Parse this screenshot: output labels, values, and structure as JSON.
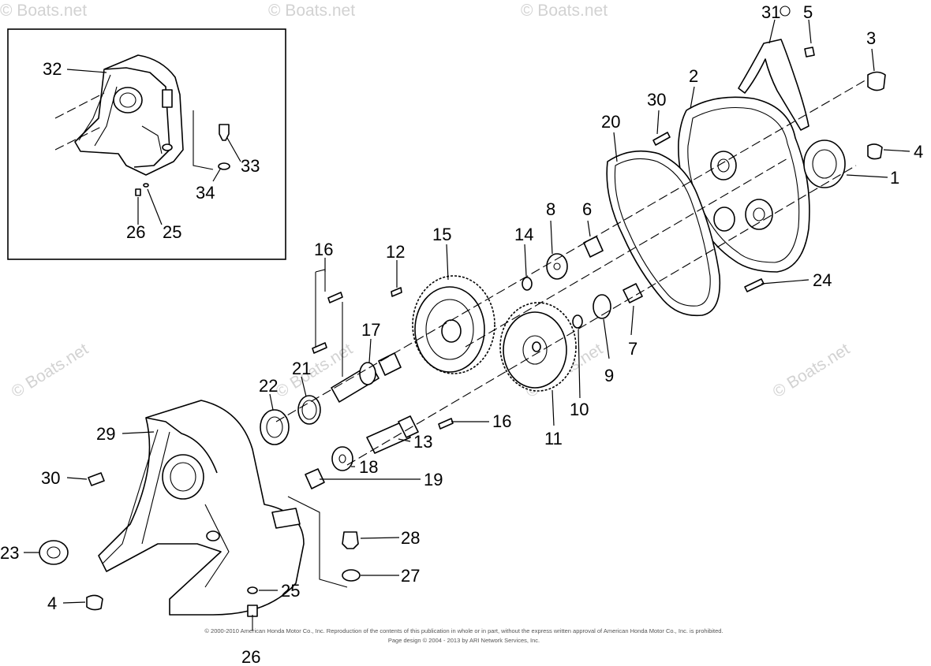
{
  "watermark": "© Boats.net",
  "callouts": [
    {
      "id": "c1",
      "text": "1"
    },
    {
      "id": "c2",
      "text": "2"
    },
    {
      "id": "c3",
      "text": "3"
    },
    {
      "id": "c4a",
      "text": "4"
    },
    {
      "id": "c4b",
      "text": "4"
    },
    {
      "id": "c5",
      "text": "5"
    },
    {
      "id": "c6",
      "text": "6"
    },
    {
      "id": "c7",
      "text": "7"
    },
    {
      "id": "c8",
      "text": "8"
    },
    {
      "id": "c9",
      "text": "9"
    },
    {
      "id": "c10",
      "text": "10"
    },
    {
      "id": "c11",
      "text": "11"
    },
    {
      "id": "c12",
      "text": "12"
    },
    {
      "id": "c13",
      "text": "13"
    },
    {
      "id": "c14",
      "text": "14"
    },
    {
      "id": "c15",
      "text": "15"
    },
    {
      "id": "c16a",
      "text": "16"
    },
    {
      "id": "c16b",
      "text": "16"
    },
    {
      "id": "c17",
      "text": "17"
    },
    {
      "id": "c18",
      "text": "18"
    },
    {
      "id": "c19",
      "text": "19"
    },
    {
      "id": "c20",
      "text": "20"
    },
    {
      "id": "c21",
      "text": "21"
    },
    {
      "id": "c22",
      "text": "22"
    },
    {
      "id": "c23",
      "text": "23"
    },
    {
      "id": "c24",
      "text": "24"
    },
    {
      "id": "c25a",
      "text": "25"
    },
    {
      "id": "c25b",
      "text": "25"
    },
    {
      "id": "c26a",
      "text": "26"
    },
    {
      "id": "c26b",
      "text": "26"
    },
    {
      "id": "c27",
      "text": "27"
    },
    {
      "id": "c28",
      "text": "28"
    },
    {
      "id": "c29",
      "text": "29"
    },
    {
      "id": "c30a",
      "text": "30"
    },
    {
      "id": "c30b",
      "text": "30"
    },
    {
      "id": "c31",
      "text": "31"
    },
    {
      "id": "c32",
      "text": "32"
    },
    {
      "id": "c33",
      "text": "33"
    },
    {
      "id": "c34",
      "text": "34"
    }
  ],
  "copyright": {
    "line1": "© 2000-2010 American Honda Motor Co., Inc. Reproduction of the contents of this publication in whole or in part, without the express written approval of American Honda Motor Co., Inc. is prohibited.",
    "line2": "Page design © 2004 - 2013 by ARI Network Services, Inc."
  }
}
